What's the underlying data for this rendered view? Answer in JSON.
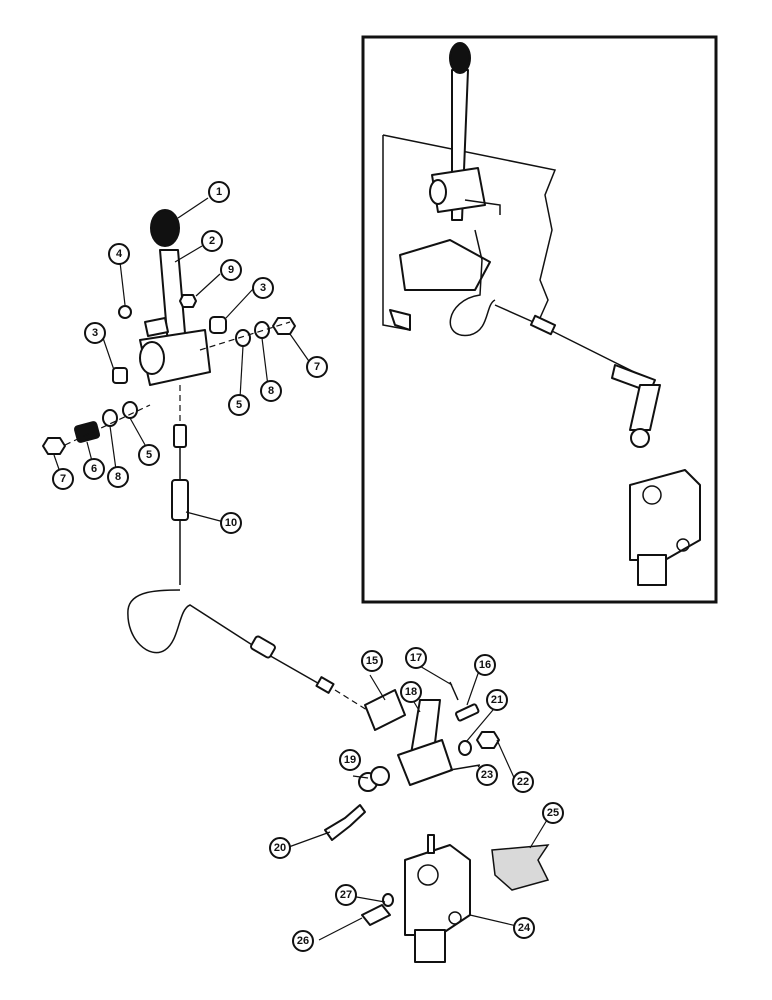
{
  "callouts": [
    {
      "id": "1",
      "label": "1"
    },
    {
      "id": "2",
      "label": "2"
    },
    {
      "id": "3a",
      "label": "3"
    },
    {
      "id": "3b",
      "label": "3"
    },
    {
      "id": "4",
      "label": "4"
    },
    {
      "id": "5a",
      "label": "5"
    },
    {
      "id": "5b",
      "label": "5"
    },
    {
      "id": "6",
      "label": "6"
    },
    {
      "id": "7a",
      "label": "7"
    },
    {
      "id": "7b",
      "label": "7"
    },
    {
      "id": "8a",
      "label": "8"
    },
    {
      "id": "8b",
      "label": "8"
    },
    {
      "id": "9",
      "label": "9"
    },
    {
      "id": "10",
      "label": "10"
    },
    {
      "id": "15",
      "label": "15"
    },
    {
      "id": "16",
      "label": "16"
    },
    {
      "id": "17",
      "label": "17"
    },
    {
      "id": "18",
      "label": "18"
    },
    {
      "id": "19",
      "label": "19"
    },
    {
      "id": "20",
      "label": "20"
    },
    {
      "id": "21",
      "label": "21"
    },
    {
      "id": "22",
      "label": "22"
    },
    {
      "id": "23",
      "label": "23"
    },
    {
      "id": "24",
      "label": "24"
    },
    {
      "id": "25",
      "label": "25"
    },
    {
      "id": "26",
      "label": "26"
    },
    {
      "id": "27",
      "label": "27"
    }
  ]
}
